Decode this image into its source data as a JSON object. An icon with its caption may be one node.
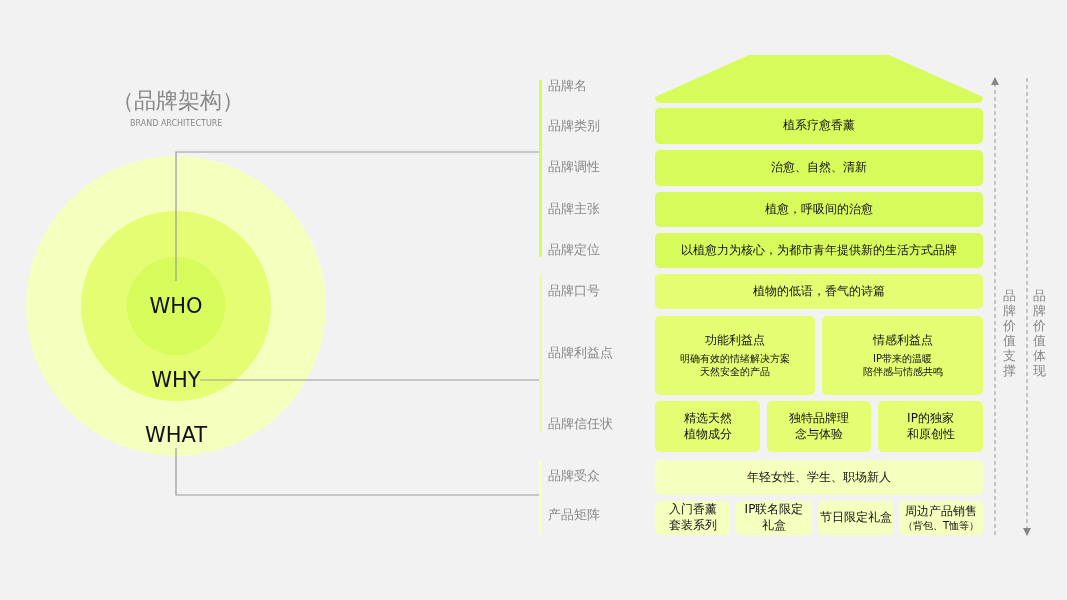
{
  "diagram": {
    "title": "（品牌架构）",
    "nodes": [
      {
        "text": [
          "WHAT"
        ]
      },
      {
        "text": [
          "WHY"
        ],
        "in": 0
      },
      {
        "text": [
          "WHO"
        ],
        "in": 1
      },
      {
        "text": [],
        "shape": "bar"
      },
      {
        "text": [],
        "shape": "bar"
      },
      {
        "text": [],
        "shape": "bar"
      },
      {
        "text": [],
        "shape": "triangle"
      },
      {
        "text": [
          "植系疗愈香薰"
        ]
      },
      {
        "text": [
          "治愈、自然、清新"
        ]
      },
      {
        "text": [
          "植愈，呼吸间的治愈"
        ]
      },
      {
        "text": [
          "以植愈力为核心，为都市青年提供新的生活方式品牌"
        ]
      },
      {
        "text": [
          "植物的低语，香气的诗篇"
        ]
      },
      {
        "text": [
          "功能利益点",
          "明确有效的情绪解决方案",
          "天然安全的产品"
        ]
      },
      {
        "text": [
          "情感利益点",
          "IP带来的温暖",
          "陪伴感与情感共鸣"
        ]
      },
      {
        "text": [
          "精选天然植物成分"
        ]
      },
      {
        "text": [
          "独特品牌理念与体验"
        ]
      },
      {
        "text": [
          "IP的独家和原创性"
        ]
      },
      {
        "text": [
          "年轻女性、学生、职场新人"
        ]
      },
      {
        "text": [
          "入门香薰套装系列"
        ]
      },
      {
        "text": [
          "IP联名限定礼盒"
        ]
      },
      {
        "text": [
          "节日限定礼盒"
        ]
      },
      {
        "text": [
          "周边产品销售",
          "（背包、T恤等）"
        ]
      }
    ],
    "edges": [
      {
        "from": 2,
        "to": 3,
        "arrow": "none"
      },
      {
        "from": 1,
        "to": 4,
        "arrow": "none"
      },
      {
        "from": 0,
        "to": 5,
        "arrow": "none"
      }
    ],
    "labels": [
      "BRAND ARCHITECTURE",
      "品牌名",
      "品牌类别",
      "品牌调性",
      "品牌主张",
      "品牌定位",
      "品牌口号",
      "品牌利益点",
      "品牌信任状",
      "品牌受众",
      "产品矩阵",
      "品牌价值支撑",
      "品牌价值体现"
    ]
  }
}
